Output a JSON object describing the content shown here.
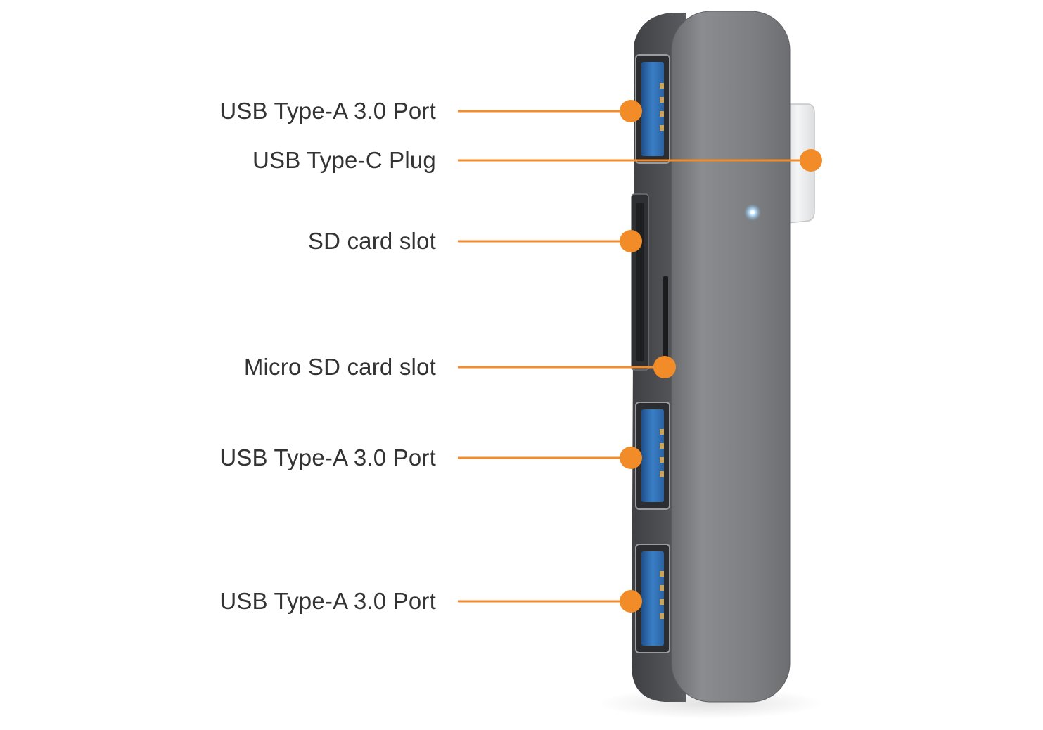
{
  "colors": {
    "accent": "#F28C28",
    "hub_body": "#7b7d80",
    "hub_edge": "#4e5053",
    "usb_blue": "#2f6fb3",
    "plug": "#e9eaeb",
    "label_text": "#333333",
    "background": "#ffffff"
  },
  "callouts": [
    {
      "id": "usb-a-top",
      "label": "USB Type-A 3.0 Port"
    },
    {
      "id": "usb-c-plug",
      "label": "USB Type-C Plug"
    },
    {
      "id": "sd-slot",
      "label": "SD card slot"
    },
    {
      "id": "microsd-slot",
      "label": "Micro SD card slot"
    },
    {
      "id": "usb-a-middle",
      "label": "USB Type-A 3.0 Port"
    },
    {
      "id": "usb-a-bottom",
      "label": "USB Type-A 3.0 Port"
    }
  ]
}
